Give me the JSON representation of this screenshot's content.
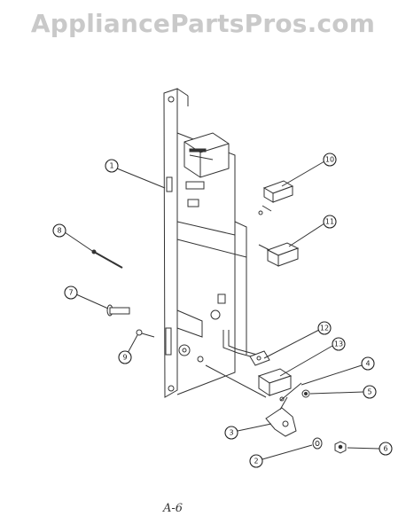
{
  "watermark": "AppliancePartsPros.com",
  "page_code": "A-6",
  "callouts": [
    "1",
    "2",
    "3",
    "4",
    "5",
    "6",
    "7",
    "8",
    "9",
    "10",
    "11",
    "12",
    "13"
  ]
}
